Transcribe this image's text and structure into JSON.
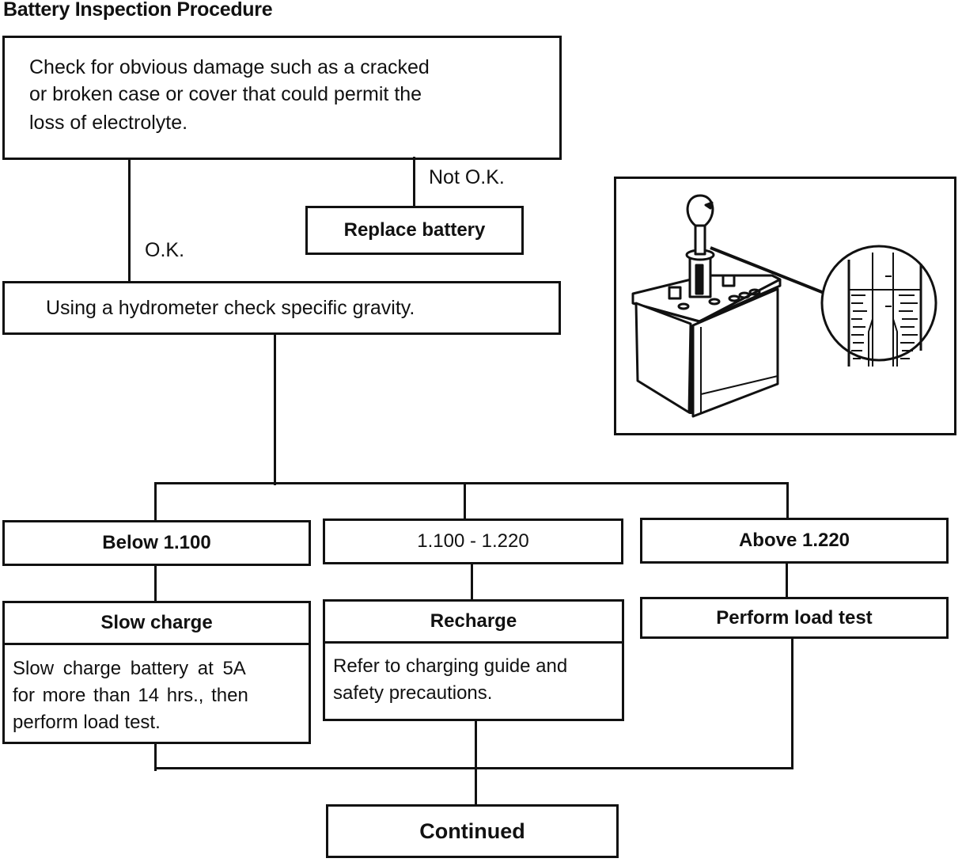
{
  "title": "Battery Inspection Procedure",
  "steps": {
    "inspect": "Check for obvious damage  such as a  cracked or broken case or cover that could permit the loss of electrolyte.",
    "inspect_lines": [
      "Check for obvious damage  such as a  cracked",
      "or broken case or cover that could permit the",
      "loss of electrolyte."
    ],
    "not_ok_label": "Not O.K.",
    "ok_label": "O.K.",
    "replace": "Replace battery",
    "hydrometer": "Using a hydrometer check specific gravity.",
    "ranges": [
      {
        "label": "Below 1.100",
        "action": "Slow charge",
        "detail_lines": [
          "Slow charge battery at 5A",
          "for more than 14 hrs., then",
          "perform load test."
        ]
      },
      {
        "label": "1.100 - 1.220",
        "action": "Recharge",
        "detail_lines": [
          "Refer to charging guide and",
          "safety precautions."
        ]
      },
      {
        "label": "Above 1.220",
        "action": "Perform load test",
        "detail_lines": []
      }
    ],
    "continued": "Continued"
  },
  "illustration": {
    "subject": "hydrometer-on-battery",
    "inset": "hydrometer-float-magnified"
  }
}
